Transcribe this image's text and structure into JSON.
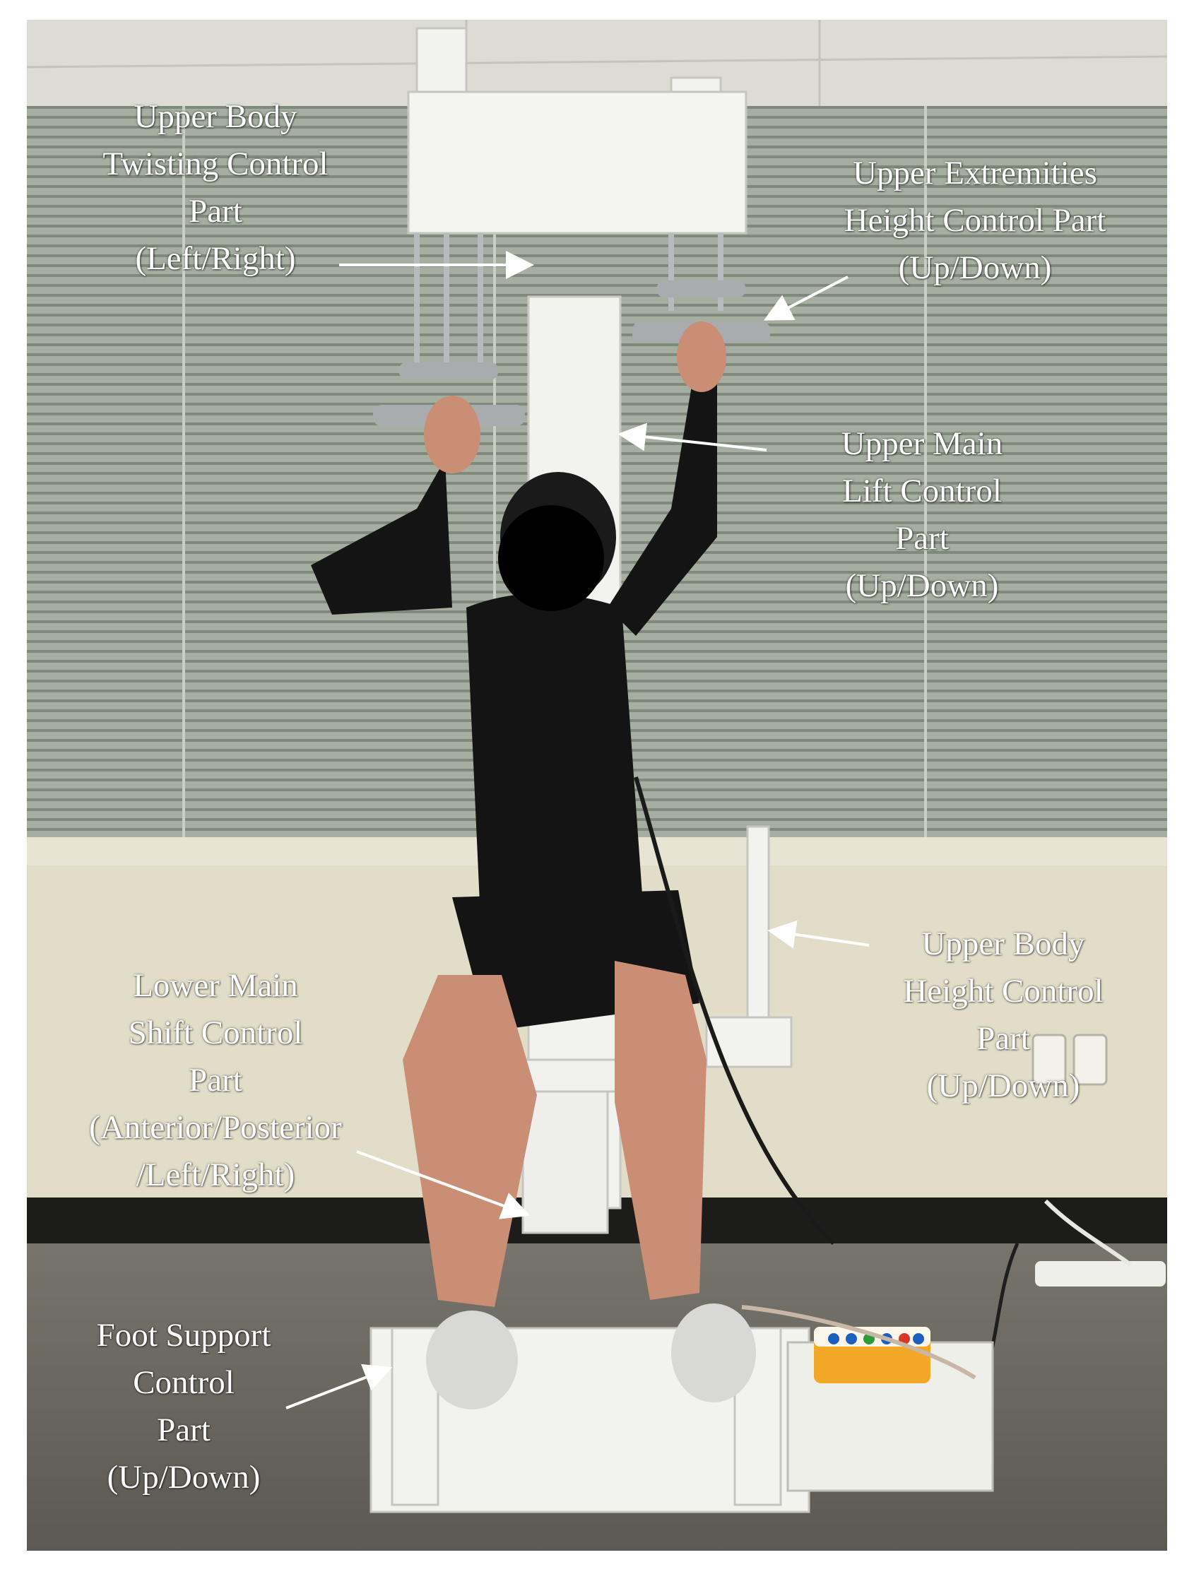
{
  "colors": {
    "frame": "#ffffff",
    "ceiling": "#dcdcd4",
    "window_blinds": "#8e9888",
    "wall": "#e2ddc8",
    "floor": "#6c6a63",
    "device": "#f2f2ef",
    "bar_metal": "#a9acae",
    "person_clothing": "#141414",
    "skin": "#c98e74",
    "sock": "#d8d8d6",
    "control_box_top": "#f2a726",
    "label_text": "#ffffff"
  },
  "labels": {
    "upper_body_twisting": [
      "Upper Body",
      "Twisting Control",
      "Part",
      "(Left/Right)"
    ],
    "upper_extremities_height": [
      "Upper Extremities",
      "Height Control Part",
      "(Up/Down)"
    ],
    "upper_main_lift": [
      "Upper Main",
      "Lift Control",
      "Part",
      "(Up/Down)"
    ],
    "upper_body_height": [
      "Upper Body",
      "Height Control",
      "Part",
      "(Up/Down)"
    ],
    "lower_main_shift": [
      "Lower Main",
      "Shift Control",
      "Part",
      "(Anterior/Posterior",
      "/Left/Right)"
    ],
    "foot_support": [
      "Foot Support",
      "Control",
      "Part",
      "(Up/Down)"
    ]
  },
  "icons": {
    "arrow": "arrow-icon"
  }
}
